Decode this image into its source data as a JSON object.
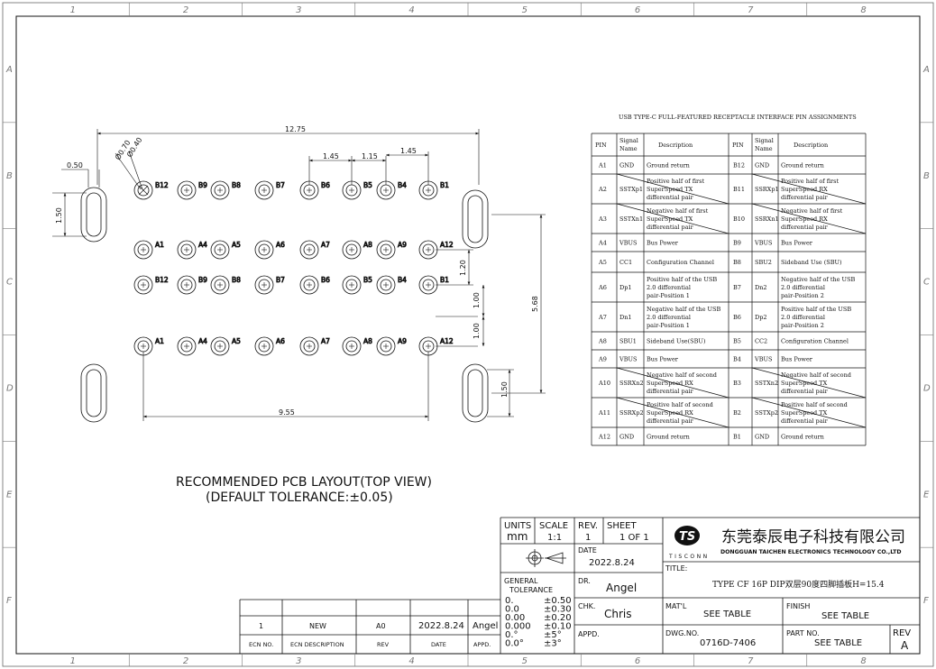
{
  "frame": {
    "columns": [
      "1",
      "2",
      "3",
      "4",
      "5",
      "6",
      "7",
      "8"
    ],
    "rows": [
      "A",
      "B",
      "C",
      "D",
      "E",
      "F"
    ]
  },
  "pcb": {
    "title": "RECOMMENDED PCB LAYOUT(TOP VIEW)",
    "tolerance_note": "(DEFAULT TOLERANCE:±0.05)",
    "pins_b_top": [
      "B12",
      "B9",
      "B8",
      "B7",
      "B6",
      "B5",
      "B4",
      "B1"
    ],
    "pins_a_top": [
      "A1",
      "A4",
      "A5",
      "A6",
      "A7",
      "A8",
      "A9",
      "A12"
    ],
    "pins_b_bottom": [
      "B12",
      "B9",
      "B8",
      "B7",
      "B6",
      "B5",
      "B4",
      "B1"
    ],
    "pins_a_bottom": [
      "A1",
      "A4",
      "A5",
      "A6",
      "A7",
      "A8",
      "A9",
      "A12"
    ],
    "dims": {
      "overall_width": "12.75",
      "pitch_1": "1.45",
      "pitch_2": "1.15",
      "pitch_3": "1.45",
      "diameter_outer": "Ø0.70",
      "diameter_inner": "Ø0.40",
      "slot_width": "0.50",
      "slot_height": "1.50",
      "row_gap_1": "1.20",
      "row_gap_2": "1.00",
      "row_gap_3": "1.00",
      "total_height": "5.68",
      "slot_height_right": "1.50",
      "bottom_width": "9.55"
    }
  },
  "pin_table": {
    "title": "USB TYPE-C FULL-FEATURED RECEPTACLE INTERFACE PIN ASSIGNMENTS",
    "headers": [
      "PIN",
      "Signal Name",
      "Description",
      "PIN",
      "Signal Name",
      "Description"
    ],
    "rows": [
      [
        "A1",
        "GND",
        "Ground return",
        "B12",
        "GND",
        "Ground return"
      ],
      [
        "A2",
        "SSTXp1",
        "Positive half of first SuperSpeed TX differential pair",
        "B11",
        "SSRXp1",
        "Positive half of first SuperSpeed RX differential pair"
      ],
      [
        "A3",
        "SSTXn1",
        "Negative half of first SuperSpeed TX differential pair",
        "B10",
        "SSRXn1",
        "Negative half of first SuperSpeed RX differential pair"
      ],
      [
        "A4",
        "VBUS",
        "Bus Power",
        "B9",
        "VBUS",
        "Bus Power"
      ],
      [
        "A5",
        "CC1",
        "Configuration Channel",
        "B8",
        "SBU2",
        "Sideband Use (SBU)"
      ],
      [
        "A6",
        "Dp1",
        "Positive half of the USB 2.0 differential pair-Position 1",
        "B7",
        "Dn2",
        "Negative half of the USB 2.0 differential pair-Position 2"
      ],
      [
        "A7",
        "Dn1",
        "Negative half of the USB 2.0 differential pair-Position 1",
        "B6",
        "Dp2",
        "Positive half of the USB 2.0 differential pair-Position 2"
      ],
      [
        "A8",
        "SBU1",
        "Sideband Use(SBU)",
        "B5",
        "CC2",
        "Configuration Channel"
      ],
      [
        "A9",
        "VBUS",
        "Bus Power",
        "B4",
        "VBUS",
        "Bus Power"
      ],
      [
        "A10",
        "SSRXn2",
        "Negative half of second SuperSpeed RX differential pair",
        "B3",
        "SSTXn2",
        "Negative half of second SuperSpeed TX differential pair"
      ],
      [
        "A11",
        "SSRXp2",
        "Positive half of second SuperSpeed RX differential pair",
        "B2",
        "SSTXp2",
        "Positive half of second SuperSpeed TX differential pair"
      ],
      [
        "A12",
        "GND",
        "Ground return",
        "B1",
        "GND",
        "Ground return"
      ]
    ]
  },
  "revision_block": {
    "ecn_no": "1",
    "ecn_description": "NEW",
    "rev": "A0",
    "date": "2022.8.24",
    "appd": "Angel",
    "headers": [
      "ECN NO.",
      "ECN DESCRIPTION",
      "REV",
      "DATE",
      "APPD."
    ]
  },
  "title_block": {
    "units_label": "UNITS",
    "units": "mm",
    "scale_label": "SCALE",
    "scale": "1:1",
    "rev_label": "REV.",
    "rev": "1",
    "sheet_label": "SHEET",
    "sheet": "1 OF 1",
    "date_label": "DATE",
    "date": "2022.8.24",
    "general_tolerance_label": "GENERAL\nTOLERANCE",
    "tolerances": [
      [
        "0.",
        "±0.50"
      ],
      [
        "0.0",
        "±0.30"
      ],
      [
        "0.00",
        "±0.20"
      ],
      [
        "0.000",
        "±0.10"
      ],
      [
        "0.°",
        "±5°"
      ],
      [
        "0.0°",
        "±3°"
      ]
    ],
    "dr_label": "DR.",
    "dr": "Angel",
    "chk_label": "CHK.",
    "chk": "Chris",
    "appd_label": "APPD.",
    "company_cn": "东莞泰辰电子科技有限公司",
    "company_en": "DONGGUAN TAICHEN ELECTRONICS TECHNOLOGY CO.,LTD",
    "logo_text": "TISCONN",
    "title_label": "TITLE:",
    "title": "TYPE CF 16P DIP双层90度四脚插板H=15.4",
    "matl_label": "MAT'L",
    "matl": "SEE TABLE",
    "finish_label": "FINISH",
    "finish": "SEE TABLE",
    "dwg_label": "DWG.NO.",
    "dwg": "0716D-7406",
    "part_label": "PART NO.",
    "part": "SEE TABLE",
    "rev_block_label": "REV",
    "rev_block": "A"
  }
}
